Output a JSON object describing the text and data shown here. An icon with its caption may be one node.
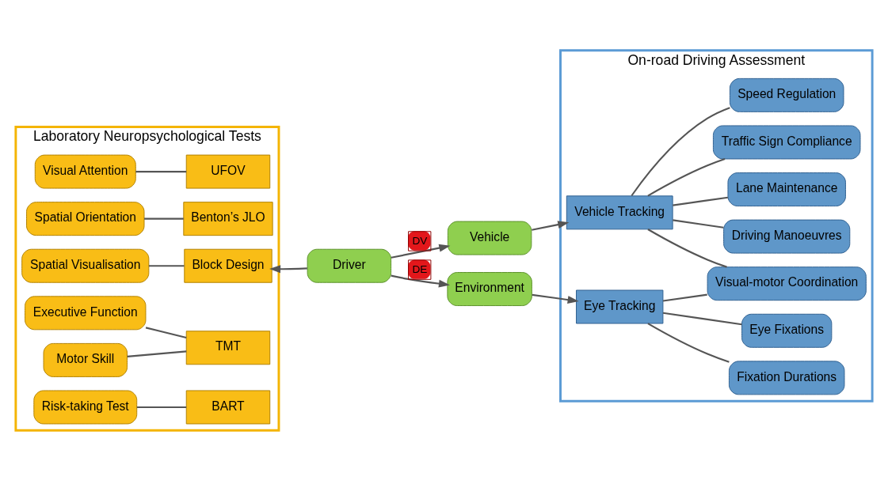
{
  "diagram": {
    "nodes": [
      {
        "text": [
          "Laboratory Neuropsychological Tests"
        ]
      },
      {
        "text": [
          "Visual Attention"
        ],
        "in": 0
      },
      {
        "text": [
          "UFOV"
        ],
        "in": 0
      },
      {
        "text": [
          "Spatial Orientation"
        ],
        "in": 0
      },
      {
        "text": [
          "Benton’s JLO"
        ],
        "in": 0
      },
      {
        "text": [
          "Spatial Visualisation"
        ],
        "in": 0
      },
      {
        "text": [
          "Block Design"
        ],
        "in": 0
      },
      {
        "text": [
          "Executive Function"
        ],
        "in": 0
      },
      {
        "text": [
          "TMT"
        ],
        "in": 0
      },
      {
        "text": [
          "Motor Skill"
        ],
        "in": 0
      },
      {
        "text": [
          "Risk-taking Test"
        ],
        "in": 0
      },
      {
        "text": [
          "BART"
        ],
        "in": 0
      },
      {
        "text": [
          "Driver"
        ]
      },
      {
        "text": [
          "Vehicle"
        ]
      },
      {
        "text": [
          "Environment"
        ]
      },
      {
        "text": [
          "On-road Driving Assessment"
        ]
      },
      {
        "text": [
          "Vehicle Tracking"
        ],
        "in": 15
      },
      {
        "text": [
          "Lane Maintenance"
        ],
        "in": 15
      },
      {
        "text": [
          "Traffic Sign Compliance"
        ],
        "in": 15
      },
      {
        "text": [
          "Speed Regulation"
        ],
        "in": 15
      },
      {
        "text": [
          "Driving Manoeuvres"
        ],
        "in": 15
      },
      {
        "text": [
          "Visual-motor Coordination"
        ],
        "in": 15
      },
      {
        "text": [
          "Eye Tracking"
        ],
        "in": 15
      },
      {
        "text": [
          "Eye Fixations"
        ],
        "in": 15
      },
      {
        "text": [
          "Fixation Durations"
        ],
        "in": 15
      }
    ],
    "edges": [
      {
        "from": 1,
        "to": 2,
        "arrow": "none"
      },
      {
        "from": 3,
        "to": 4,
        "arrow": "none"
      },
      {
        "from": 5,
        "to": 6,
        "arrow": "none"
      },
      {
        "from": 7,
        "to": 8,
        "arrow": "none"
      },
      {
        "from": 9,
        "to": 8,
        "arrow": "none"
      },
      {
        "from": 10,
        "to": 11,
        "arrow": "none"
      },
      {
        "from": 12,
        "to": 6,
        "arrow": "to"
      },
      {
        "from": 12,
        "to": 13,
        "arrow": "to",
        "label": "DV"
      },
      {
        "from": 12,
        "to": 14,
        "arrow": "to",
        "label": "DE"
      },
      {
        "from": 13,
        "to": 16,
        "arrow": "to"
      },
      {
        "from": 14,
        "to": 22,
        "arrow": "to"
      },
      {
        "from": 16,
        "to": 17,
        "arrow": "none"
      },
      {
        "from": 16,
        "to": 18,
        "arrow": "none"
      },
      {
        "from": 16,
        "to": 19,
        "arrow": "none"
      },
      {
        "from": 16,
        "to": 20,
        "arrow": "none"
      },
      {
        "from": 16,
        "to": 21,
        "arrow": "none"
      },
      {
        "from": 22,
        "to": 21,
        "arrow": "none"
      },
      {
        "from": 22,
        "to": 23,
        "arrow": "none"
      },
      {
        "from": 22,
        "to": 24,
        "arrow": "none"
      }
    ]
  }
}
